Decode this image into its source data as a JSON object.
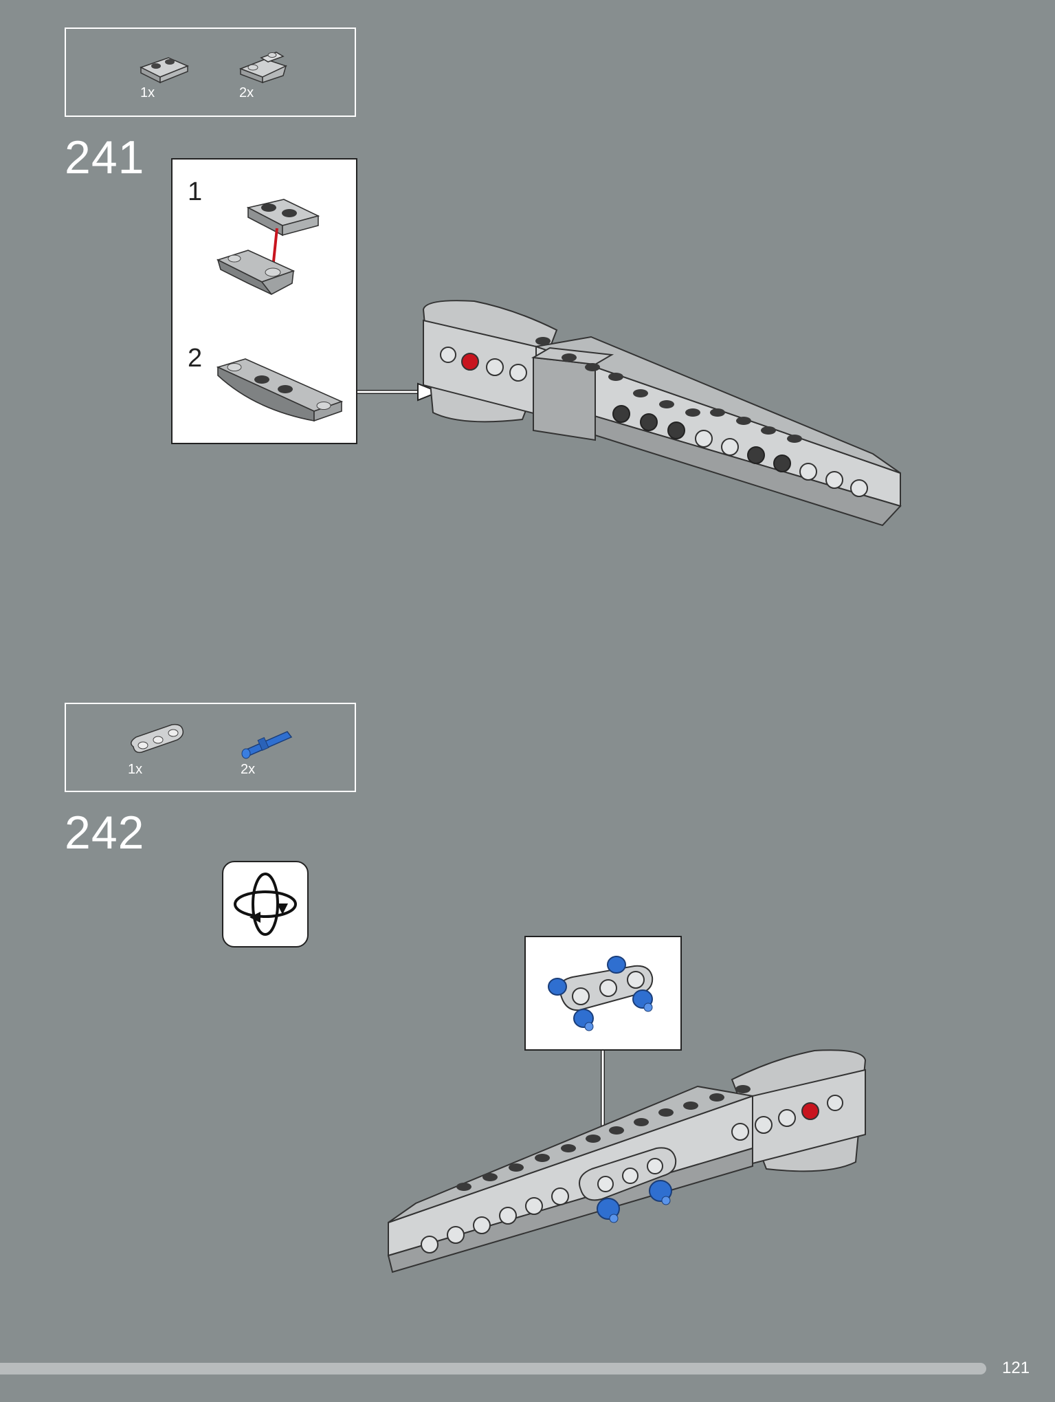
{
  "step241": {
    "number": "241",
    "parts": [
      {
        "name": "plate-1x2",
        "qty": "1x"
      },
      {
        "name": "inverted-slope-plate-1x2",
        "qty": "2x"
      }
    ],
    "substeps": [
      "1",
      "2"
    ],
    "colors": {
      "highlight_pin": "#c8141e",
      "arrow": "#c8141e"
    }
  },
  "step242": {
    "number": "242",
    "parts": [
      {
        "name": "technic-beam-3",
        "qty": "1x"
      },
      {
        "name": "blue-axle-pin",
        "qty": "2x"
      }
    ],
    "rotate_icon": "rotate-model-icon",
    "colors": {
      "pin": "#2f6fd0"
    }
  },
  "footer": {
    "page_number": "121",
    "progress": 0.93
  }
}
